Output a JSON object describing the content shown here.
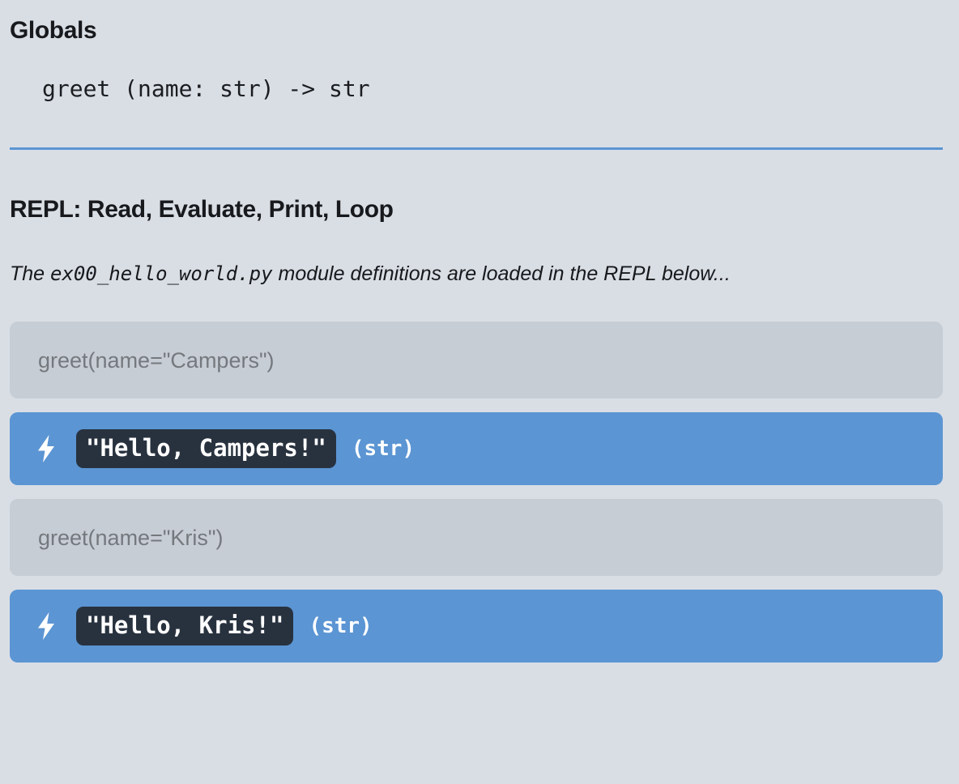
{
  "globals": {
    "title": "Globals",
    "signature": "greet (name: str) -> str"
  },
  "divider": {
    "color": "#5b95d3"
  },
  "repl": {
    "title": "REPL: Read, Evaluate, Print, Loop",
    "description_prefix": "The ",
    "description_module": "ex00_hello_world.py",
    "description_suffix": " module definitions are loaded in the REPL below...",
    "cells": [
      {
        "kind": "input",
        "icon": "none",
        "text": "greet(name=\"Campers\")"
      },
      {
        "kind": "output",
        "icon": "bolt-icon",
        "value": "\"Hello, Campers!\"",
        "type": "(str)"
      },
      {
        "kind": "input",
        "icon": "none",
        "text": "greet(name=\"Kris\")"
      },
      {
        "kind": "output",
        "icon": "bolt-icon",
        "value": "\"Hello, Kris!\"",
        "type": "(str)"
      }
    ]
  },
  "colors": {
    "background": "#d9dee5",
    "accent_blue": "#5b95d3",
    "input_cell": "#c7cdd4",
    "code_chip": "#28323f",
    "muted_text": "#74797f",
    "text": "#17191c"
  }
}
